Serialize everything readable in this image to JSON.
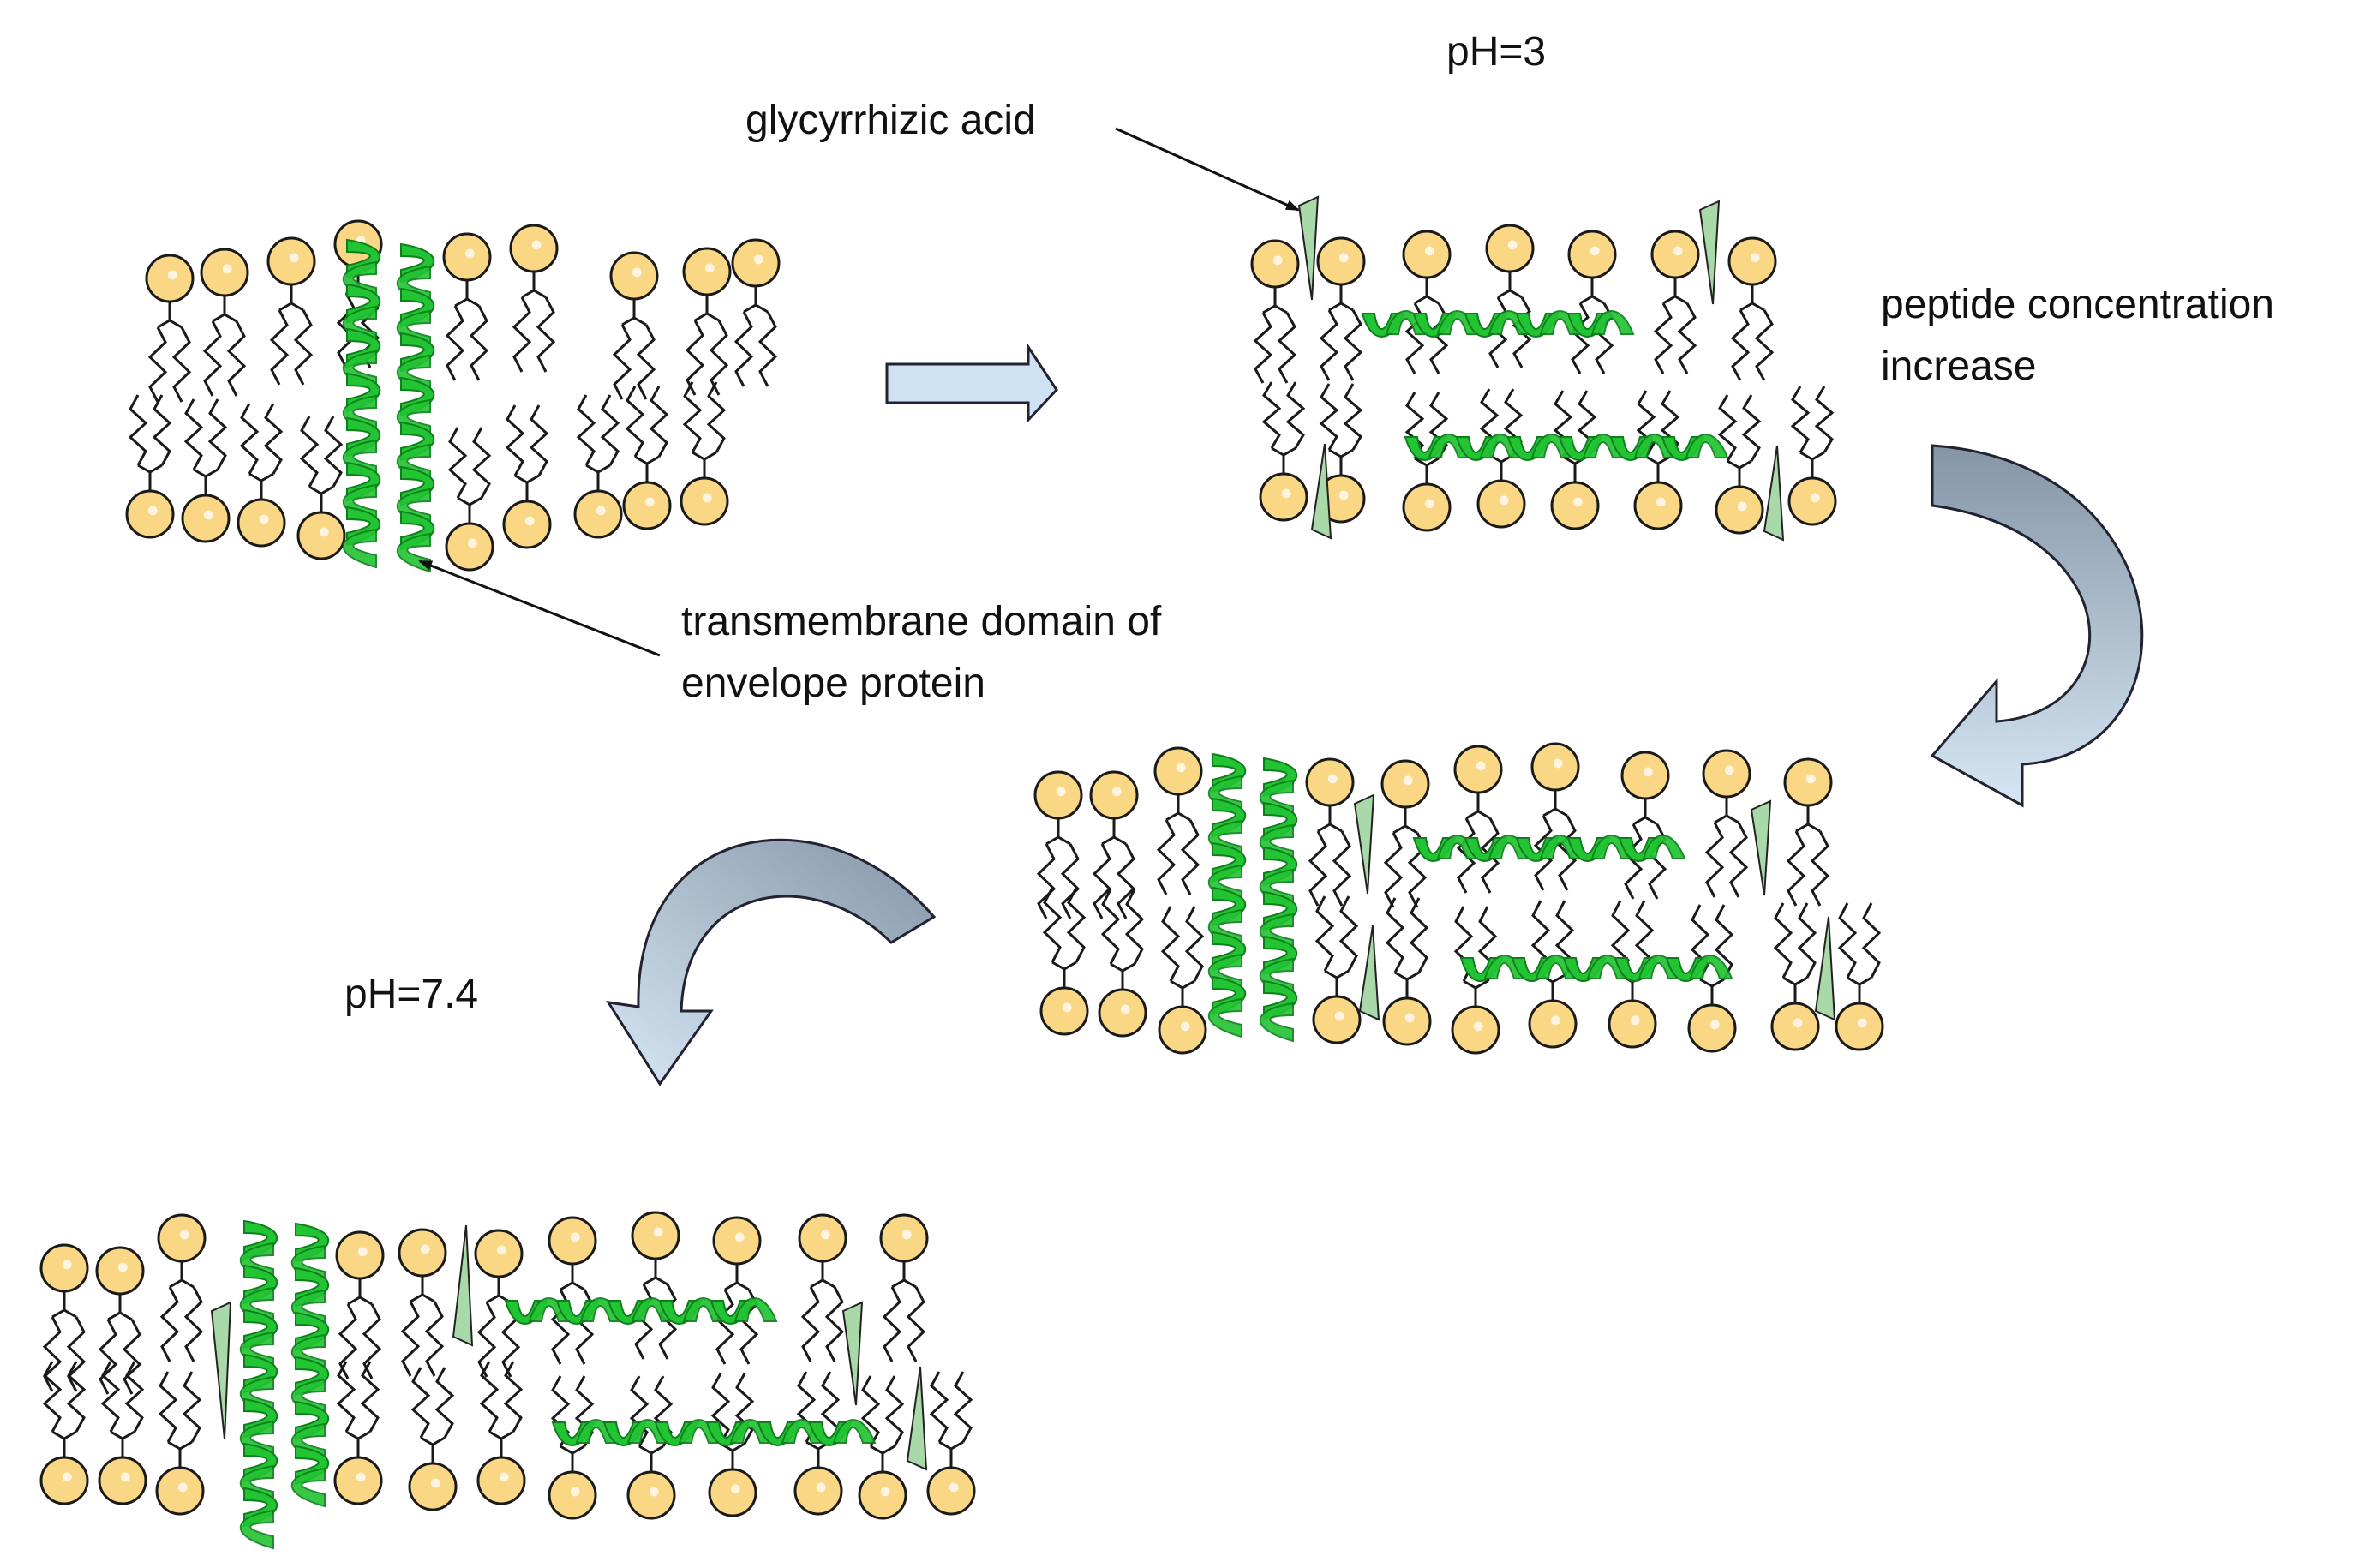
{
  "labels": {
    "ph3": "pH=3",
    "glycyrrhizic_acid": "glycyrrhizic acid",
    "peptide_concentration": "peptide concentration\nincrease",
    "transmembrane_domain": "transmembrane domain of\nenvelope protein",
    "ph74": "pH=7.4"
  },
  "colors": {
    "lipid_head": "#fad785",
    "lipid_head_stroke": "#1a1a1a",
    "lipid_tail": "#1a1a1a",
    "helix": "#22c433",
    "helix_dark": "#0e7f1c",
    "glycyrrhizic_wedge": "#a9d8a9",
    "arrow_light": "#cfe2f3",
    "arrow_dark": "#8496a6"
  },
  "icons": {
    "lipid": "phospholipid-icon",
    "helix": "alpha-helix-icon",
    "wedge": "glycyrrhizic-acid-wedge-icon"
  }
}
